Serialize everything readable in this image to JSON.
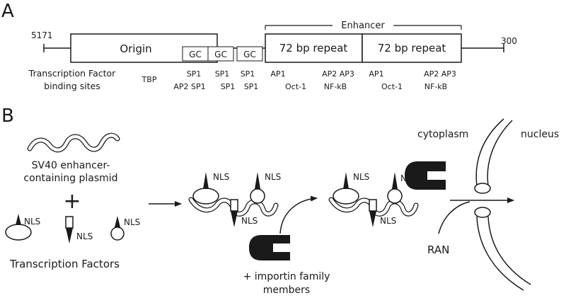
{
  "panel_a": {
    "label": "A",
    "left_coord": "5171",
    "right_coord": "300",
    "origin_label": "Origin",
    "gc_boxes": [
      "GC",
      "GC",
      "GC"
    ],
    "enhancer_label": "Enhancer",
    "repeats": [
      "72 bp repeat",
      "72 bp repeat"
    ],
    "tf_label_line1": "Transcription Factor",
    "tf_label_line2": "binding sites",
    "tbp": "TBP",
    "sp_row1": [
      "SP1",
      "SP1",
      "SP1"
    ],
    "sp_row2": [
      "AP2 SP1",
      "SP1",
      "SP1"
    ],
    "rep1_row1": [
      "AP1",
      "AP2 AP3"
    ],
    "rep1_row2": [
      "Oct-1",
      "NF-kB"
    ],
    "rep2_row1": [
      "AP1",
      "AP2 AP3"
    ],
    "rep2_row2": [
      "Oct-1",
      "NF-kB"
    ]
  },
  "panel_b": {
    "label": "B",
    "plasmid_line1": "SV40 enhancer-",
    "plasmid_line2": "containing plasmid",
    "plus": "+",
    "nls": "NLS",
    "tf_caption": "Transcription Factors",
    "importin_line1": "+ importin family",
    "importin_line2": "members",
    "cytoplasm": "cytoplasm",
    "nucleus": "nucleus",
    "ran": "RAN"
  }
}
